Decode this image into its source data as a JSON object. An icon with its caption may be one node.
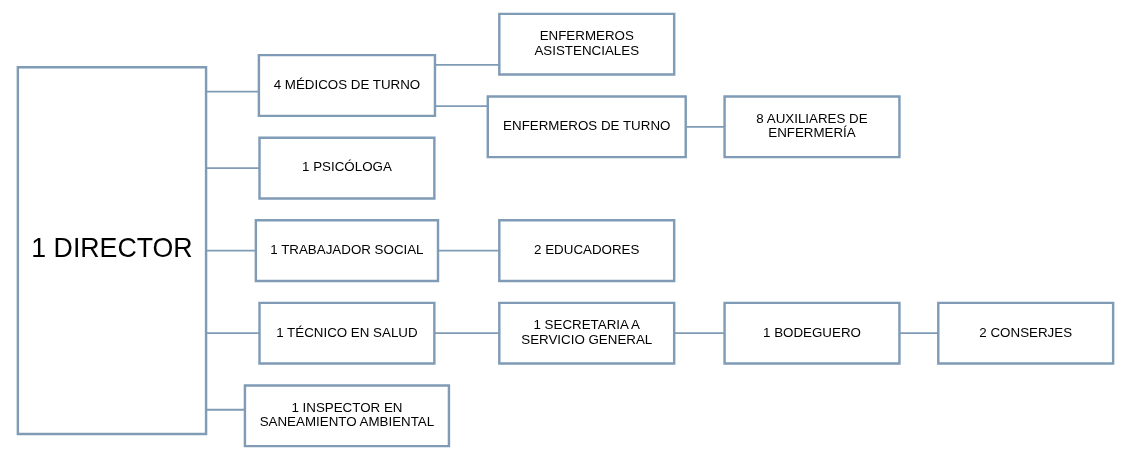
{
  "diagram": {
    "nodes": [
      {
        "text": [
          "1 DIRECTOR"
        ]
      },
      {
        "text": [
          "4 MÉDICOS DE TURNO"
        ]
      },
      {
        "text": [
          "ENFERMEROS ASISTENCIALES"
        ]
      },
      {
        "text": [
          "ENFERMEROS DE TURNO"
        ]
      },
      {
        "text": [
          "8 AUXILIARES DE ENFERMERÍA"
        ]
      },
      {
        "text": [
          "1 PSICÓLOGA"
        ]
      },
      {
        "text": [
          "1 TRABAJADOR SOCIAL"
        ]
      },
      {
        "text": [
          "2 EDUCADORES"
        ]
      },
      {
        "text": [
          "1 TÉCNICO EN SALUD"
        ]
      },
      {
        "text": [
          "1 SECRETARIA A SERVICIO GENERAL"
        ]
      },
      {
        "text": [
          "1 BODEGUERO"
        ]
      },
      {
        "text": [
          "2 CONSERJES"
        ]
      },
      {
        "text": [
          "1 INSPECTOR EN SANEAMIENTO AMBIENTAL"
        ]
      }
    ],
    "edges": [
      {
        "from": 0,
        "to": 1,
        "arrow": "none"
      },
      {
        "from": 0,
        "to": 5,
        "arrow": "none"
      },
      {
        "from": 0,
        "to": 6,
        "arrow": "none"
      },
      {
        "from": 0,
        "to": 8,
        "arrow": "none"
      },
      {
        "from": 0,
        "to": 12,
        "arrow": "none"
      },
      {
        "from": 1,
        "to": 2,
        "arrow": "none"
      },
      {
        "from": 1,
        "to": 3,
        "arrow": "none"
      },
      {
        "from": 3,
        "to": 4,
        "arrow": "none"
      },
      {
        "from": 6,
        "to": 7,
        "arrow": "none"
      },
      {
        "from": 8,
        "to": 9,
        "arrow": "none"
      },
      {
        "from": 9,
        "to": 10,
        "arrow": "none"
      },
      {
        "from": 10,
        "to": 11,
        "arrow": "none"
      }
    ]
  }
}
